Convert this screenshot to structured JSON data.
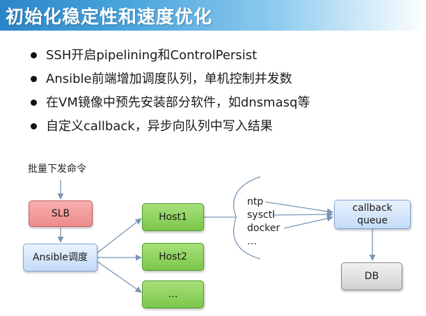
{
  "title": "初始化稳定性和速度优化",
  "bullets": [
    "SSH开启pipelining和ControlPersist",
    "Ansible前端增加调度队列，单机控制并发数",
    "在VM镜像中预先安装部分软件，如dnsmasq等",
    "自定义callback，异步向队列中写入结果"
  ],
  "diagram": {
    "input_label": "批量下发命令",
    "nodes": {
      "slb": "SLB",
      "scheduler": "Ansible调度",
      "host1": "Host1",
      "host2": "Host2",
      "host_more": "…",
      "callback_queue": "callback\nqueue",
      "db": "DB"
    },
    "commands": [
      "ntp",
      "sysctl",
      "docker",
      "…"
    ]
  },
  "colors": {
    "title_bar": "#2a86c8",
    "slb_fill": "#f4a0a0",
    "scheduler_fill": "#d6e6fa",
    "host_fill": "#8fd35e",
    "db_fill": "#dcdcdc",
    "arrow": "#7896b4"
  }
}
